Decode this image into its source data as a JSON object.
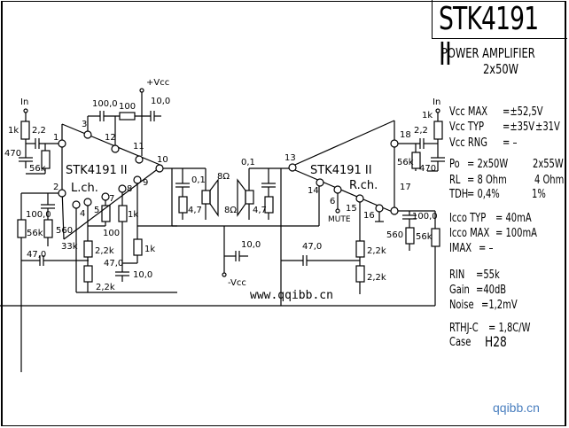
{
  "title": "STK4191 II",
  "subtitle": "POWER AMPLIFIER",
  "power_rating": "2x50W",
  "specs": [
    {
      "label": "Vcc MAX",
      "value": "=±52,5V",
      "value2": ""
    },
    {
      "label": "Vcc TYP",
      "value": "=±35V",
      "value2": "±31V"
    },
    {
      "label": "Vcc RNG",
      "value": "= –",
      "value2": ""
    },
    {
      "label": "Po",
      "value": "= 2x50W",
      "value2": "2x55W"
    },
    {
      "label": "RL",
      "value": "= 8 Ohm",
      "value2": "4 Ohm"
    },
    {
      "label": "TDH",
      "value": "= 0,4%",
      "value2": "1%"
    },
    {
      "label": "Icco TYP",
      "value": "= 40mA",
      "value2": ""
    },
    {
      "label": "Icco MAX",
      "value": "= 100mA",
      "value2": ""
    },
    {
      "label": "IMAX",
      "value": "=   –",
      "value2": ""
    },
    {
      "label": "RIN",
      "value": "=55k",
      "value2": ""
    },
    {
      "label": "Gain",
      "value": "=40dB",
      "value2": ""
    },
    {
      "label": "Noise",
      "value": "=1,2mV",
      "value2": ""
    },
    {
      "label": "RTHJ-C",
      "value": "= 1,8C/W",
      "value2": ""
    },
    {
      "label": "Case",
      "value": "H28",
      "value2": ""
    }
  ],
  "schematic": {
    "ic_label_left": "STK4191  II",
    "ic_label_right": "STK4191  II",
    "left_channel": "L.ch.",
    "right_channel": "R.ch.",
    "vcc_pos": "+Vcc",
    "vcc_neg": "-Vcc",
    "input_left": "In",
    "input_right": "In",
    "mute": "MUTE",
    "pins": [
      "1",
      "2",
      "3",
      "4",
      "5",
      "6",
      "7",
      "8",
      "9",
      "10",
      "11",
      "12",
      "13",
      "14",
      "15",
      "16",
      "17",
      "18"
    ],
    "components": {
      "r_in_l": "1k",
      "c_in_l": "2,2",
      "c_rf_l": "470",
      "r_bias_l": "56k",
      "c_boot": "100,0",
      "r_boot": "100",
      "c_vcc": "10,0",
      "c_fb_l": "100,0",
      "r_fb_l": "56k",
      "r_560_l": "560",
      "r_33k": "33k",
      "c_47_l": "47,0",
      "r_22a_l": "2,2k",
      "r_22b_l": "2,2k",
      "r_100": "100",
      "r_1k_a": "1k",
      "r_1k_b": "1k",
      "c_47_mid": "47,0",
      "c_10_mid": "10,0",
      "c_zobel_l": "0,1",
      "r_zobel_l": "4,7",
      "spk_l": "8Ω",
      "c_zobel_r": "0,1",
      "r_zobel_r": "4,7",
      "spk_r": "8Ω",
      "c_vee": "10,0",
      "c_47_r": "47,0",
      "r_22a_r": "2,2k",
      "r_22b_r": "2,2k",
      "c_fb_r": "100,0",
      "r_560_r": "560",
      "r_fb_r": "56k",
      "r_in_r": "1k",
      "c_in_r": "2,2",
      "r_bias_r": "56k",
      "c_rf_r": "470"
    }
  },
  "watermark_center": "www.qqibb.cn",
  "watermark_corner": "qqibb.cn"
}
